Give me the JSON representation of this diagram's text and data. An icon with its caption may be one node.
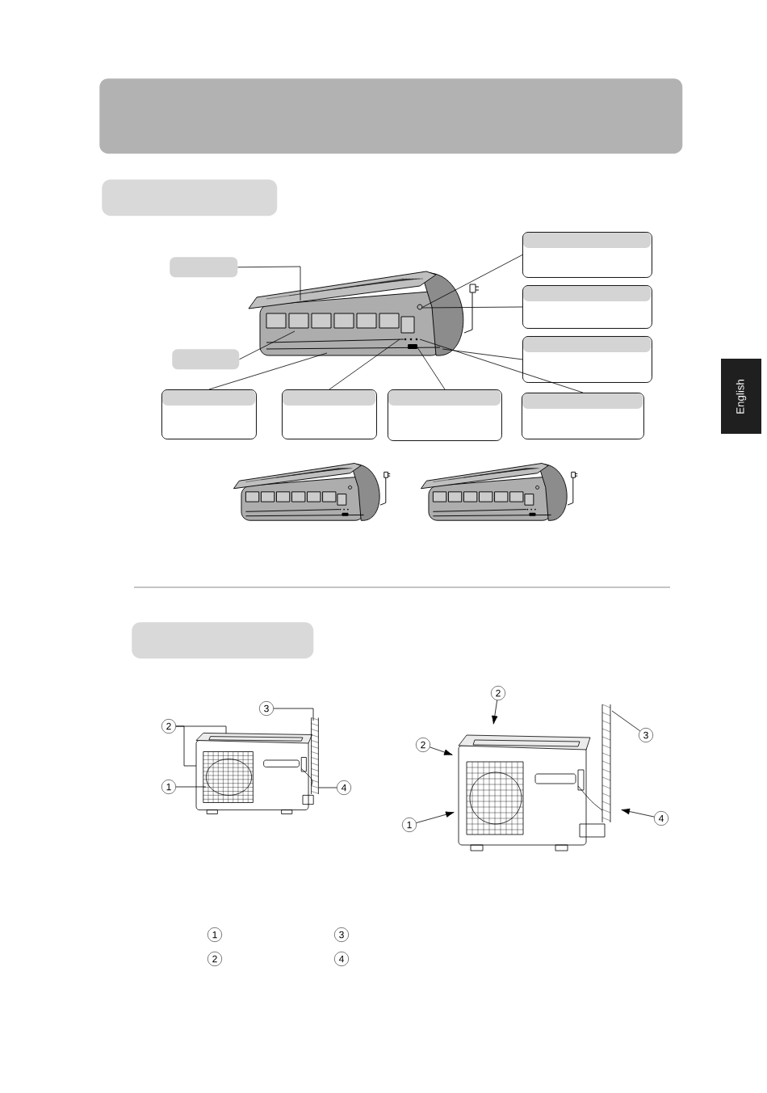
{
  "diagram": {
    "nodes": [
      {
        "text": [],
        "shape": "bar"
      },
      {
        "text": [],
        "shape": "bar"
      },
      {
        "text": [],
        "shape": "box"
      },
      {
        "text": [],
        "shape": "box"
      },
      {
        "text": [],
        "shape": "box"
      },
      {
        "text": [],
        "shape": "box"
      },
      {
        "text": [],
        "shape": "box"
      },
      {
        "text": [],
        "shape": "box"
      },
      {
        "text": [],
        "shape": "box"
      },
      {
        "text": [],
        "shape": "box"
      },
      {
        "text": [],
        "shape": "box"
      },
      {
        "text": [],
        "shape": "picture"
      },
      {
        "text": [],
        "shape": "bar"
      },
      {
        "text": [],
        "shape": "picture"
      },
      {
        "text": [],
        "shape": "picture"
      },
      {
        "text": [
          "3"
        ]
      },
      {
        "text": [
          "2"
        ]
      },
      {
        "text": [
          "1"
        ]
      },
      {
        "text": [
          "4"
        ]
      },
      {
        "text": [
          "2"
        ]
      },
      {
        "text": [
          "3"
        ]
      },
      {
        "text": [
          "2"
        ]
      },
      {
        "text": [
          "4"
        ]
      },
      {
        "text": [
          "1"
        ]
      },
      {
        "text": [
          "1"
        ]
      },
      {
        "text": [
          "3"
        ]
      },
      {
        "text": [
          "2"
        ]
      },
      {
        "text": [
          "4"
        ]
      }
    ],
    "edges": [
      {
        "from": 2,
        "to": 11,
        "arrow": "none"
      },
      {
        "from": 3,
        "to": 11,
        "arrow": "none"
      },
      {
        "from": 4,
        "to": 11,
        "arrow": "none"
      },
      {
        "from": 5,
        "to": 11,
        "arrow": "none"
      },
      {
        "from": 6,
        "to": 11,
        "arrow": "none"
      },
      {
        "from": 7,
        "to": 11,
        "arrow": "none"
      },
      {
        "from": 8,
        "to": 11,
        "arrow": "none"
      },
      {
        "from": 9,
        "to": 11,
        "arrow": "none"
      },
      {
        "from": 10,
        "to": 11,
        "arrow": "none"
      },
      {
        "from": 15,
        "to": 13,
        "arrow": "none"
      },
      {
        "from": 16,
        "to": 13,
        "arrow": "none"
      },
      {
        "from": 16,
        "to": 13,
        "arrow": "none"
      },
      {
        "from": 17,
        "to": 13,
        "arrow": "none"
      },
      {
        "from": 18,
        "to": 13,
        "arrow": "none"
      },
      {
        "from": 19,
        "to": 14,
        "arrow": "to"
      },
      {
        "from": 20,
        "to": 14,
        "arrow": "none"
      },
      {
        "from": 21,
        "to": 14,
        "arrow": "to"
      },
      {
        "from": 22,
        "to": 14,
        "arrow": "to"
      },
      {
        "from": 23,
        "to": 14,
        "arrow": "to"
      }
    ],
    "labels": [
      "English"
    ]
  }
}
